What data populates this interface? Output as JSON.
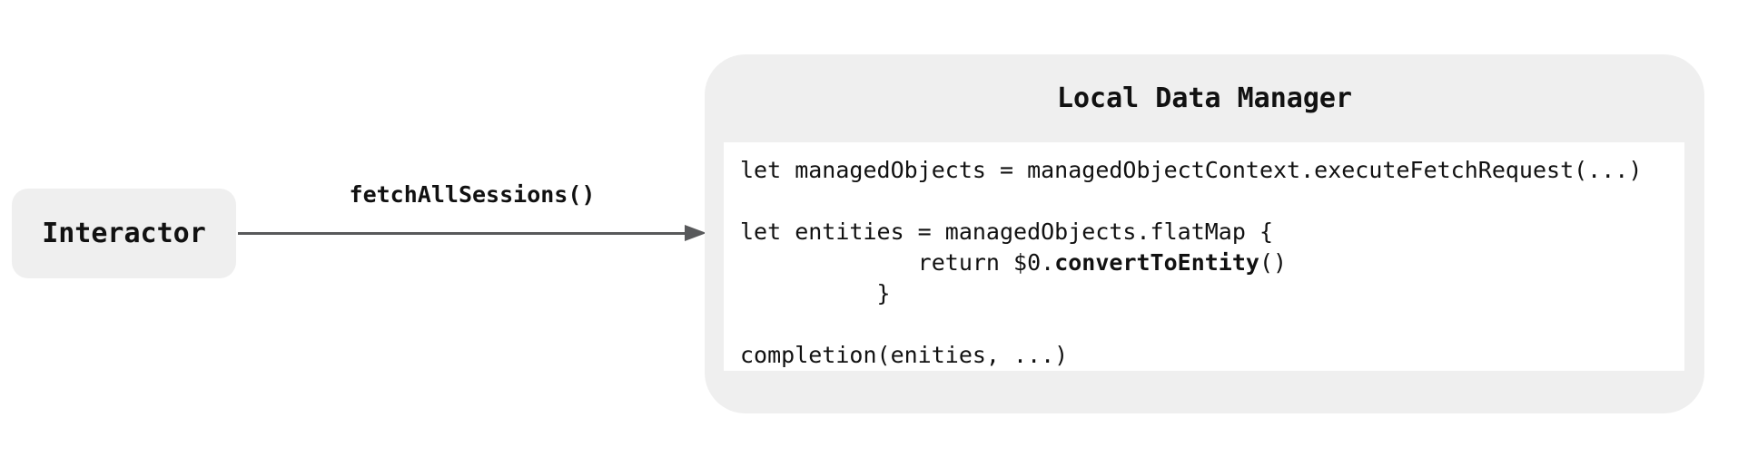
{
  "interactor": {
    "label": "Interactor"
  },
  "arrow": {
    "label": "fetchAllSessions()"
  },
  "local_data_manager": {
    "title": "Local Data Manager",
    "code_lines": [
      [
        {
          "t": "let managedObjects = managedObjectContext.executeFetchRequest(...)",
          "b": false
        }
      ],
      [],
      [
        {
          "t": "let entities = managedObjects.flatMap {",
          "b": false
        }
      ],
      [
        {
          "t": "             return $0.",
          "b": false
        },
        {
          "t": "convertToEntity",
          "b": true
        },
        {
          "t": "()",
          "b": false
        }
      ],
      [
        {
          "t": "          }",
          "b": false
        }
      ],
      [],
      [
        {
          "t": "completion(enities, ...)",
          "b": false
        }
      ]
    ]
  },
  "colors": {
    "page_bg": "#ffffff",
    "box_bg": "#efefef",
    "code_bg": "#ffffff",
    "text": "#111111",
    "arrow": "#58595b"
  }
}
